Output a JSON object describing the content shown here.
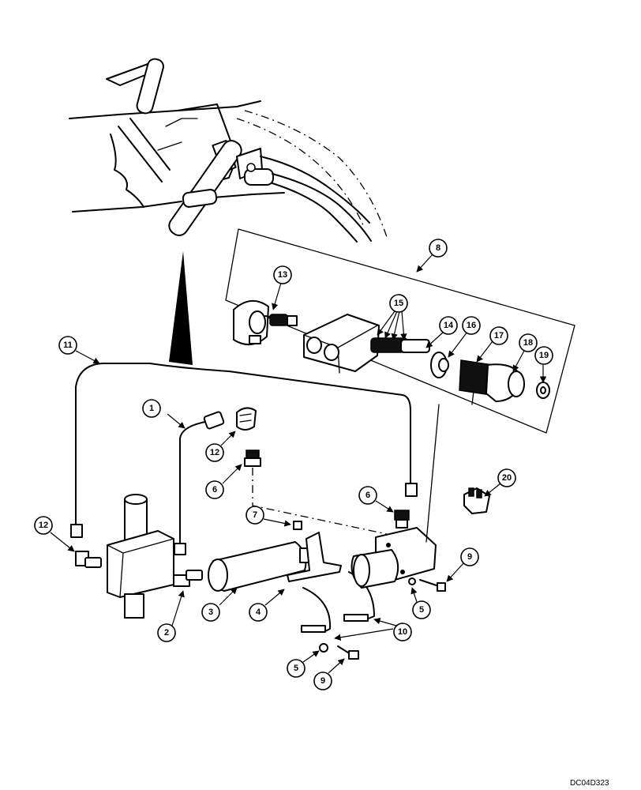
{
  "drawing_id": "DC04D323",
  "callouts": [
    {
      "label": "1"
    },
    {
      "label": "2"
    },
    {
      "label": "3"
    },
    {
      "label": "4"
    },
    {
      "label": "5"
    },
    {
      "label": "5"
    },
    {
      "label": "6"
    },
    {
      "label": "6"
    },
    {
      "label": "7"
    },
    {
      "label": "8"
    },
    {
      "label": "9"
    },
    {
      "label": "9"
    },
    {
      "label": "10"
    },
    {
      "label": "11"
    },
    {
      "label": "12"
    },
    {
      "label": "12"
    },
    {
      "label": "13"
    },
    {
      "label": "14"
    },
    {
      "label": "15"
    },
    {
      "label": "16"
    },
    {
      "label": "17"
    },
    {
      "label": "18"
    },
    {
      "label": "19"
    },
    {
      "label": "20"
    }
  ]
}
